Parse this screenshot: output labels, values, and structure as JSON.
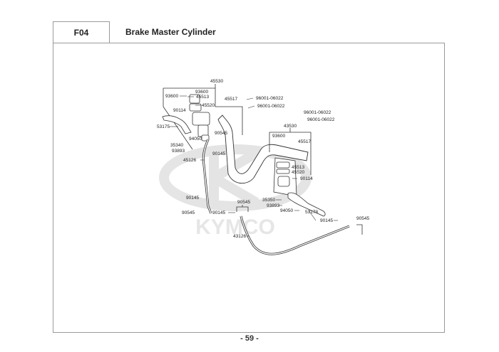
{
  "header": {
    "section_code": "F04",
    "title": "Brake Master Cylinder"
  },
  "watermark": {
    "brand": "KYMCO"
  },
  "parts": [
    {
      "id": "p45530",
      "number": "45530"
    },
    {
      "id": "p93600a",
      "number": "93600"
    },
    {
      "id": "p93600b",
      "number": "93600"
    },
    {
      "id": "p45513a",
      "number": "45513"
    },
    {
      "id": "p45520a",
      "number": "45520"
    },
    {
      "id": "p45517a",
      "number": "45517"
    },
    {
      "id": "p90114a",
      "number": "90114"
    },
    {
      "id": "p53175",
      "number": "53175"
    },
    {
      "id": "p94050a",
      "number": "94050"
    },
    {
      "id": "p90545a",
      "number": "90545"
    },
    {
      "id": "p35340",
      "number": "35340"
    },
    {
      "id": "p93893a",
      "number": "93893"
    },
    {
      "id": "p90145a",
      "number": "90145"
    },
    {
      "id": "p45126",
      "number": "45126"
    },
    {
      "id": "p90145b",
      "number": "90145"
    },
    {
      "id": "p90545b",
      "number": "90545"
    },
    {
      "id": "p90145c",
      "number": "90145"
    },
    {
      "id": "p90545c",
      "number": "90545"
    },
    {
      "id": "p43126",
      "number": "43126"
    },
    {
      "id": "p96001a",
      "number": "96001-06022"
    },
    {
      "id": "p96001b",
      "number": "96001-06022"
    },
    {
      "id": "p96001c",
      "number": "96001-06022"
    },
    {
      "id": "p96001d",
      "number": "96001-06022"
    },
    {
      "id": "p43530",
      "number": "43530"
    },
    {
      "id": "p93600c",
      "number": "93600"
    },
    {
      "id": "p45517b",
      "number": "45517"
    },
    {
      "id": "p45513b",
      "number": "45513"
    },
    {
      "id": "p45520b",
      "number": "45520"
    },
    {
      "id": "p90114b",
      "number": "90114"
    },
    {
      "id": "p35350",
      "number": "35350"
    },
    {
      "id": "p93893b",
      "number": "93893"
    },
    {
      "id": "p94050b",
      "number": "94050"
    },
    {
      "id": "p53178",
      "number": "53178"
    },
    {
      "id": "p90145d",
      "number": "90145"
    },
    {
      "id": "p90545d",
      "number": "90545"
    }
  ],
  "footer": {
    "page_number": "- 59 -"
  }
}
